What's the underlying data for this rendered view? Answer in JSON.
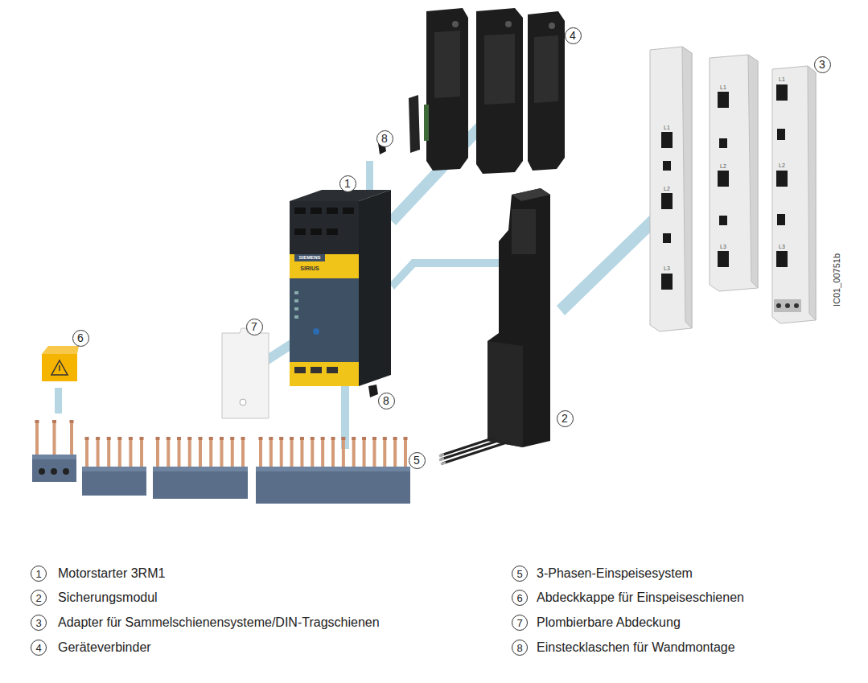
{
  "diagram": {
    "nodes": [
      {
        "text": [
          "4"
        ]
      },
      {
        "text": [
          "3"
        ]
      },
      {
        "text": [
          "8"
        ]
      },
      {
        "text": [
          "1"
        ]
      },
      {
        "text": [
          "7"
        ]
      },
      {
        "text": [
          "6"
        ]
      },
      {
        "text": [
          "8"
        ]
      },
      {
        "text": [
          "2"
        ]
      },
      {
        "text": [
          "5"
        ]
      },
      {
        "text": [
          "1"
        ]
      },
      {
        "text": [
          "2"
        ]
      },
      {
        "text": [
          "3"
        ]
      },
      {
        "text": [
          "4"
        ]
      },
      {
        "text": [
          "5"
        ]
      },
      {
        "text": [
          "6"
        ]
      },
      {
        "text": [
          "7"
        ]
      },
      {
        "text": [
          "8"
        ]
      }
    ],
    "labels": [
      "IC01_00751b",
      "SIEMENS",
      "SIRIUS",
      "L1",
      "L2",
      "L3",
      "L1",
      "L2",
      "L3",
      "L1",
      "L2",
      "L3"
    ],
    "legend": [
      {
        "text": "Motorstarter 3RM1"
      },
      {
        "text": "Sicherungsmodul"
      },
      {
        "text": "Adapter für Sammelschienensysteme/DIN-Tragschienen"
      },
      {
        "text": "Geräteverbinder"
      },
      {
        "text": "3-Phasen-Einspeisesystem"
      },
      {
        "text": "Abdeckkappe für Einspeiseschienen"
      },
      {
        "text": "Plombierbare Abdeckung"
      },
      {
        "text": "Einstecklaschen für Wandmontage"
      }
    ]
  }
}
